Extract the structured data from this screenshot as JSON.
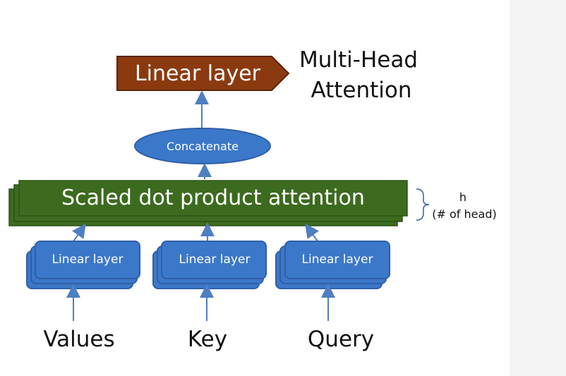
{
  "title": {
    "line1": "Multi-Head",
    "line2": "Attention"
  },
  "output_layer": {
    "label": "Linear layer",
    "color": "#8B3A0F"
  },
  "concatenate": {
    "label": "Concatenate",
    "color": "#3B78C9"
  },
  "attention": {
    "label": "Scaled dot product attention",
    "color": "#3C6B1F"
  },
  "heads_note": {
    "line1": "h",
    "line2": "(# of head)"
  },
  "inputs": [
    {
      "layer_label": "Linear layer",
      "input_label": "Values"
    },
    {
      "layer_label": "Linear layer",
      "input_label": "Key"
    },
    {
      "layer_label": "Linear layer",
      "input_label": "Query"
    }
  ],
  "colors": {
    "box_blue": "#3B78C9",
    "box_stroke": "#2F5FA6",
    "arrow": "#4F7FC2",
    "text_white": "#ffffff",
    "text_dark": "#111111"
  }
}
